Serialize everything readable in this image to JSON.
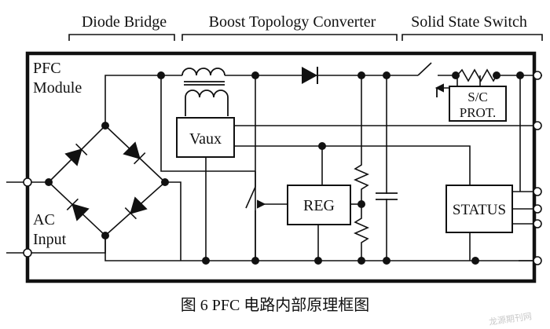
{
  "section_headers": {
    "diode_bridge": "Diode Bridge",
    "boost": "Boost Topology Converter",
    "switch": "Solid State Switch"
  },
  "module": {
    "line1": "PFC",
    "line2": "Module"
  },
  "input": {
    "line1": "AC",
    "line2": "Input"
  },
  "blocks": {
    "vaux": "Vaux",
    "reg": "REG",
    "status": "STATUS",
    "prot_line1": "S/C",
    "prot_line2": "PROT."
  },
  "caption": "图 6   PFC 电路内部原理框图",
  "watermark": "龙源期刊网"
}
